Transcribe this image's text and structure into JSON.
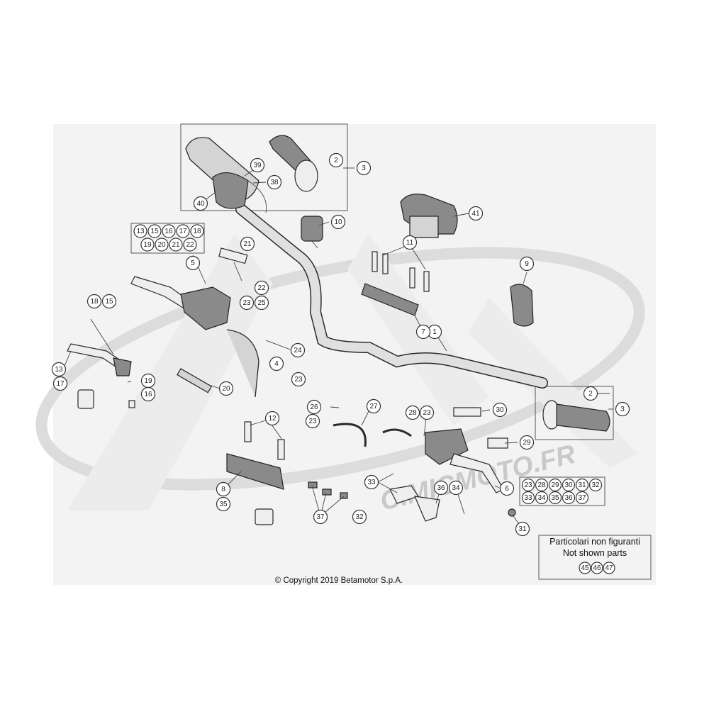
{
  "copyright": "© Copyright 2019 Betamotor S.p.A.",
  "watermark_text": "CIMICMOTO.FR",
  "note": {
    "line1": "Particolari non figuranti",
    "line2": "Not shown parts",
    "refs": [
      "45",
      "46",
      "47"
    ]
  },
  "group_left": {
    "row1": [
      "13",
      "15",
      "16",
      "17",
      "18"
    ],
    "row2": [
      "19",
      "20",
      "21",
      "22"
    ]
  },
  "group_right": {
    "row1": [
      "23",
      "28",
      "29",
      "30",
      "31",
      "32"
    ],
    "row2": [
      "33",
      "34",
      "35",
      "36",
      "37"
    ]
  },
  "callouts": [
    {
      "id": "c1",
      "label": "1"
    },
    {
      "id": "c2a",
      "label": "2"
    },
    {
      "id": "c2b",
      "label": "2"
    },
    {
      "id": "c3a",
      "label": "3"
    },
    {
      "id": "c3b",
      "label": "3"
    },
    {
      "id": "c4",
      "label": "4"
    },
    {
      "id": "c5",
      "label": "5"
    },
    {
      "id": "c6",
      "label": "6"
    },
    {
      "id": "c7",
      "label": "7"
    },
    {
      "id": "c8",
      "label": "8"
    },
    {
      "id": "c9",
      "label": "9"
    },
    {
      "id": "c10",
      "label": "10"
    },
    {
      "id": "c11",
      "label": "11"
    },
    {
      "id": "c12",
      "label": "12"
    },
    {
      "id": "c13",
      "label": "13"
    },
    {
      "id": "c15",
      "label": "15"
    },
    {
      "id": "c16",
      "label": "16"
    },
    {
      "id": "c17",
      "label": "17"
    },
    {
      "id": "c18",
      "label": "18"
    },
    {
      "id": "c19",
      "label": "19"
    },
    {
      "id": "c20",
      "label": "20"
    },
    {
      "id": "c21",
      "label": "21"
    },
    {
      "id": "c22",
      "label": "22"
    },
    {
      "id": "c23a",
      "label": "23"
    },
    {
      "id": "c23b",
      "label": "23"
    },
    {
      "id": "c23c",
      "label": "23"
    },
    {
      "id": "c23d",
      "label": "23"
    },
    {
      "id": "c24",
      "label": "24"
    },
    {
      "id": "c25",
      "label": "25"
    },
    {
      "id": "c26",
      "label": "26"
    },
    {
      "id": "c27",
      "label": "27"
    },
    {
      "id": "c28",
      "label": "28"
    },
    {
      "id": "c29",
      "label": "29"
    },
    {
      "id": "c30",
      "label": "30"
    },
    {
      "id": "c31",
      "label": "31"
    },
    {
      "id": "c32",
      "label": "32"
    },
    {
      "id": "c33",
      "label": "33"
    },
    {
      "id": "c34",
      "label": "34"
    },
    {
      "id": "c35",
      "label": "35"
    },
    {
      "id": "c36",
      "label": "36"
    },
    {
      "id": "c37",
      "label": "37"
    },
    {
      "id": "c38",
      "label": "38"
    },
    {
      "id": "c39",
      "label": "39"
    },
    {
      "id": "c40",
      "label": "40"
    },
    {
      "id": "c41",
      "label": "41"
    }
  ]
}
